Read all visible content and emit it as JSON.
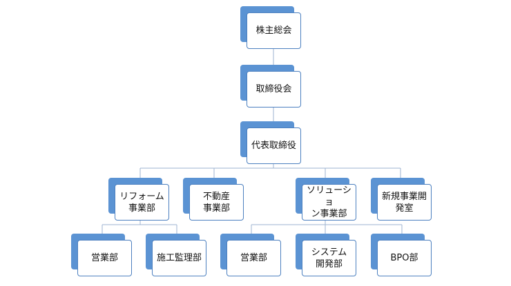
{
  "org_chart": {
    "nodes": {
      "shareholders_meeting": "株主総会",
      "board_of_directors": "取締役会",
      "representative_director": "代表取締役",
      "reform_division": "リフォーム\n事業部",
      "real_estate_division": "不動産\n事業部",
      "solution_division": "ソリューショ\nン事業部",
      "new_business_office": "新規事業開\n発室",
      "reform_sales": "営業部",
      "construction_supervision": "施工監理部",
      "solution_sales": "営業部",
      "system_development": "システム\n開発部",
      "bpo": "BPO部"
    }
  }
}
